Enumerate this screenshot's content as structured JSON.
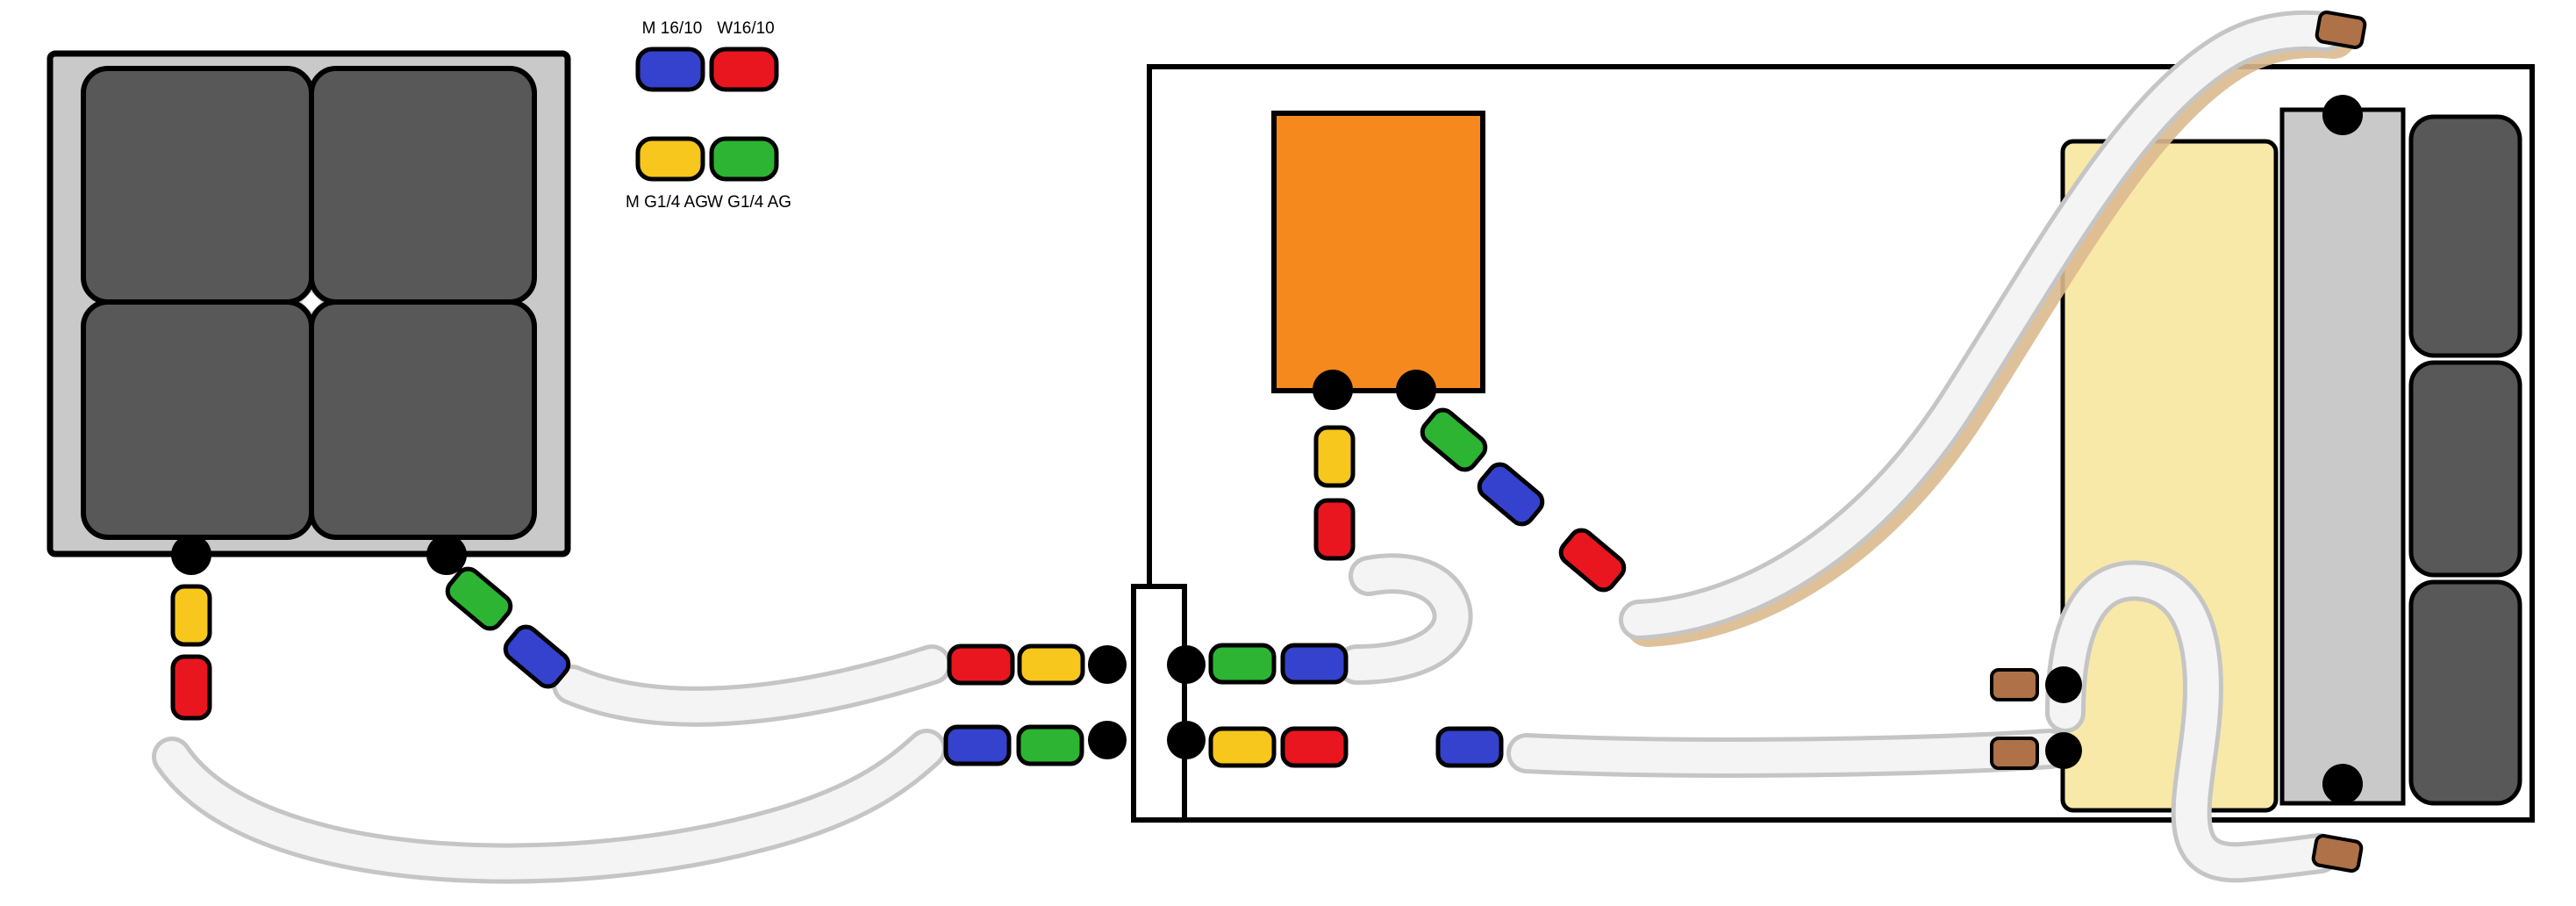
{
  "legend": {
    "male_16_10_label": "M 16/10",
    "female_16_10_label": "W16/10",
    "male_g14_label": "M G1/4 AG",
    "female_g14_label": "W G1/4 AG"
  },
  "colors": {
    "background": "#ffffff",
    "system_fill": "#ffffff",
    "port": "#000000",
    "male_16_10": "#3542cd",
    "female_16_10": "#e9161f",
    "male_g14": "#f7c71d",
    "female_g14": "#2db433",
    "pump_station": "#f6891d",
    "buffer_tank": "#f8e9a8",
    "collector_frame": "#c9c9c9",
    "collector_cell": "#585858",
    "rail": "#c9c9c9",
    "radiator": "#585858",
    "quick_connector": "#ae7148",
    "hose_edge": "#c5c5c5",
    "hose_core": "#f4f4f4",
    "hose_shadow": "#dcba8e",
    "junction_glint": "#ffffff"
  }
}
